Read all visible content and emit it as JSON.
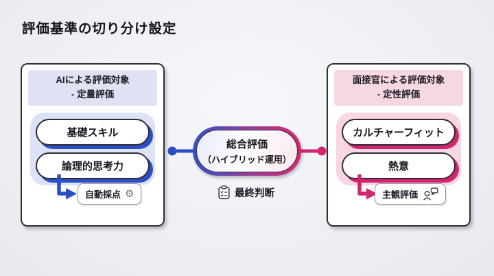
{
  "page": {
    "title": "評価基準の切り分け設定",
    "background_color": "#eef0f4"
  },
  "left_card": {
    "header_line1": "AIによる評価対象",
    "header_line2": "- 定量評価",
    "items": [
      "基礎スキル",
      "論理的思考力"
    ],
    "result_label": "自動採点",
    "result_icon": "gear-icon",
    "accent_color": "#2e4ec4",
    "header_bg_color": "#dee2f2",
    "group_bg_color": "#dce3f6"
  },
  "right_card": {
    "header_line1": "面接官による評価対象",
    "header_line2": "- 定性評価",
    "items": [
      "カルチャーフィット",
      "熱意"
    ],
    "result_label": "主観評価",
    "result_icon": "person-speech-icon",
    "accent_color": "#d3246e",
    "header_bg_color": "#f7d8e2",
    "group_bg_color": "#f8d6e2"
  },
  "center": {
    "pill_line1": "総合評価",
    "pill_line2": "（ハイブリッド運用）",
    "footer_label": "最終判断",
    "footer_icon": "clipboard-check-icon",
    "gradient_from_color": "#3350c4",
    "gradient_to_color": "#d6256e"
  }
}
